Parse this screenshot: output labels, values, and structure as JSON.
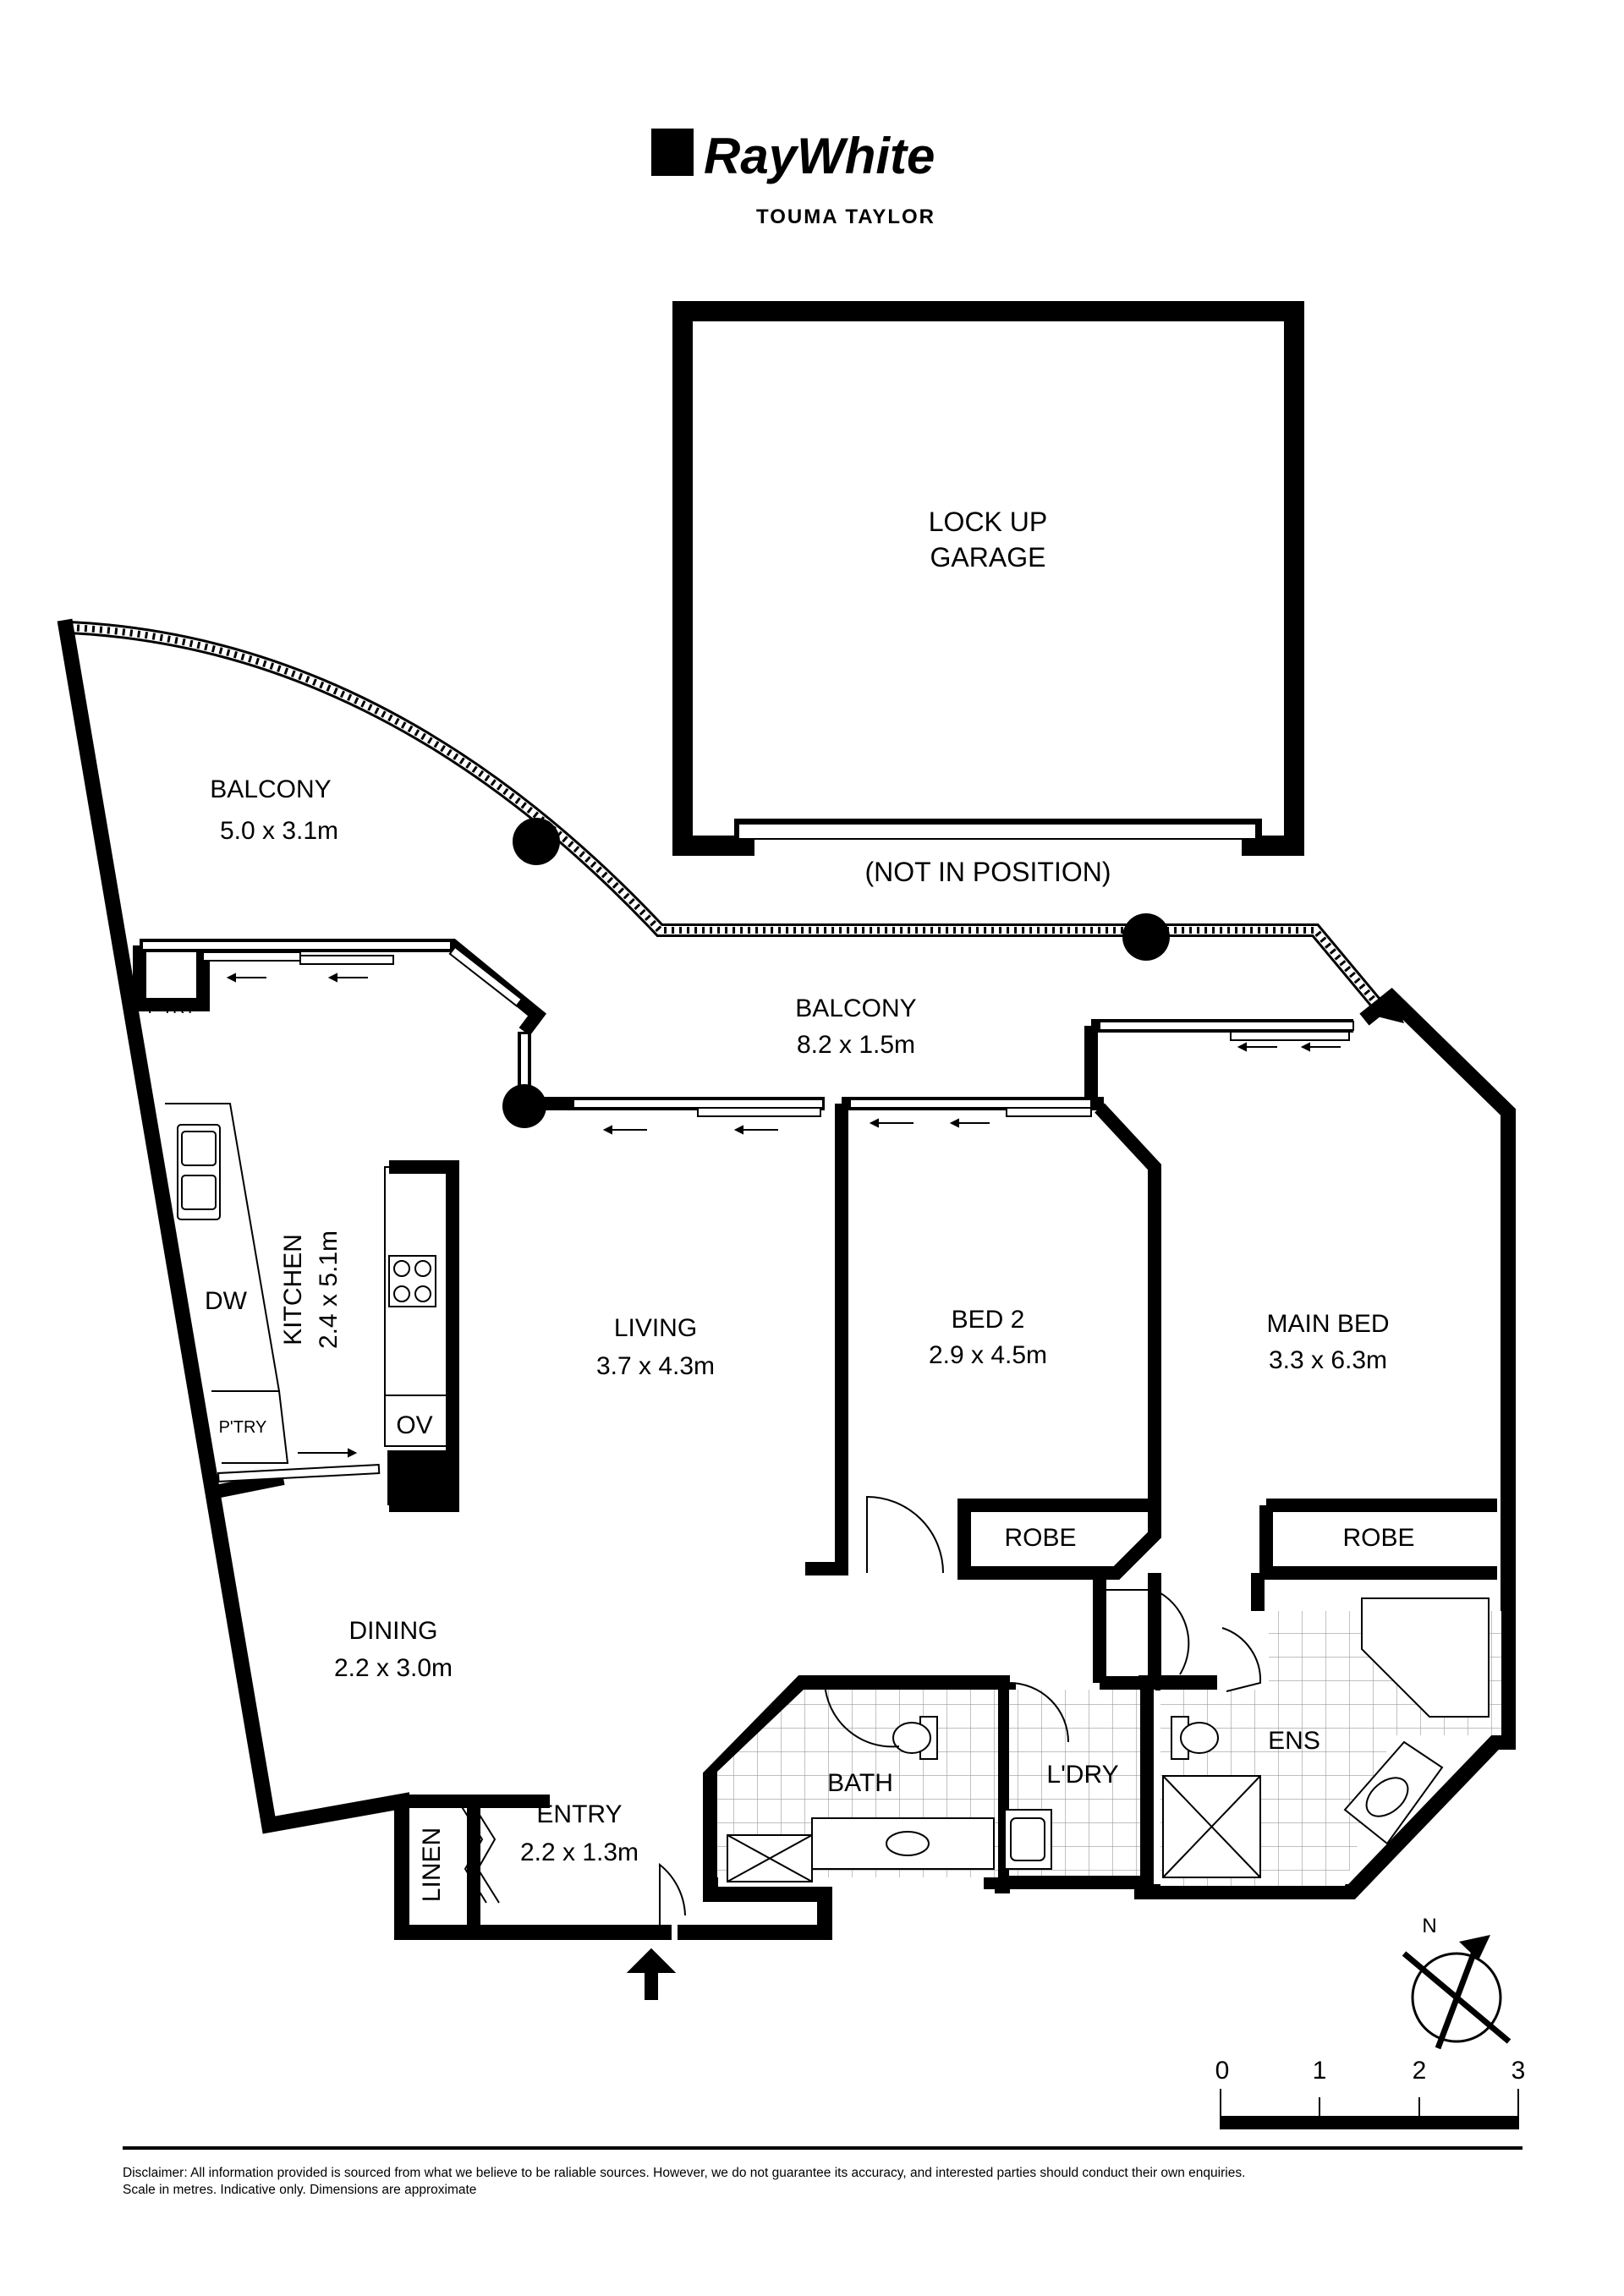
{
  "brand": {
    "name": "RayWhite",
    "office": "TOUMA TAYLOR"
  },
  "garage": {
    "line1": "LOCK UP",
    "line2": "GARAGE",
    "note": "(NOT IN POSITION)"
  },
  "rooms": {
    "balcony_1": {
      "name": "BALCONY",
      "size": "5.0 x 3.1m"
    },
    "balcony_2": {
      "name": "BALCONY",
      "size": "8.2 x 1.5m"
    },
    "kitchen": {
      "name": "KITCHEN",
      "size": "2.4 x 5.1m"
    },
    "living": {
      "name": "LIVING",
      "size": "3.7 x 4.3m"
    },
    "bed_2": {
      "name": "BED 2",
      "size": "2.9 x 4.5m"
    },
    "main_bed": {
      "name": "MAIN BED",
      "size": "3.3 x 6.3m"
    },
    "dining": {
      "name": "DINING",
      "size": "2.2 x 3.0m"
    },
    "entry": {
      "name": "ENTRY",
      "size": "2.2 x 1.3m"
    }
  },
  "labels": {
    "pantry_top": "P'TRY",
    "pantry_bottom": "P'TRY",
    "dishwasher": "DW",
    "oven": "OV",
    "robe_bed2": "ROBE",
    "robe_main": "ROBE",
    "bath": "BATH",
    "laundry": "L'DRY",
    "ensuite": "ENS",
    "linen": "LINEN"
  },
  "compass": {
    "north": "N"
  },
  "scale": {
    "ticks": [
      "0",
      "1",
      "2",
      "3"
    ]
  },
  "disclaimer": {
    "line1": "Disclaimer: All information provided is sourced from what we believe to be raliable sources. However, we do not guarantee its accuracy, and interested parties should conduct their own enquiries.",
    "line2": "Scale in metres. Indicative only. Dimensions are approximate"
  }
}
